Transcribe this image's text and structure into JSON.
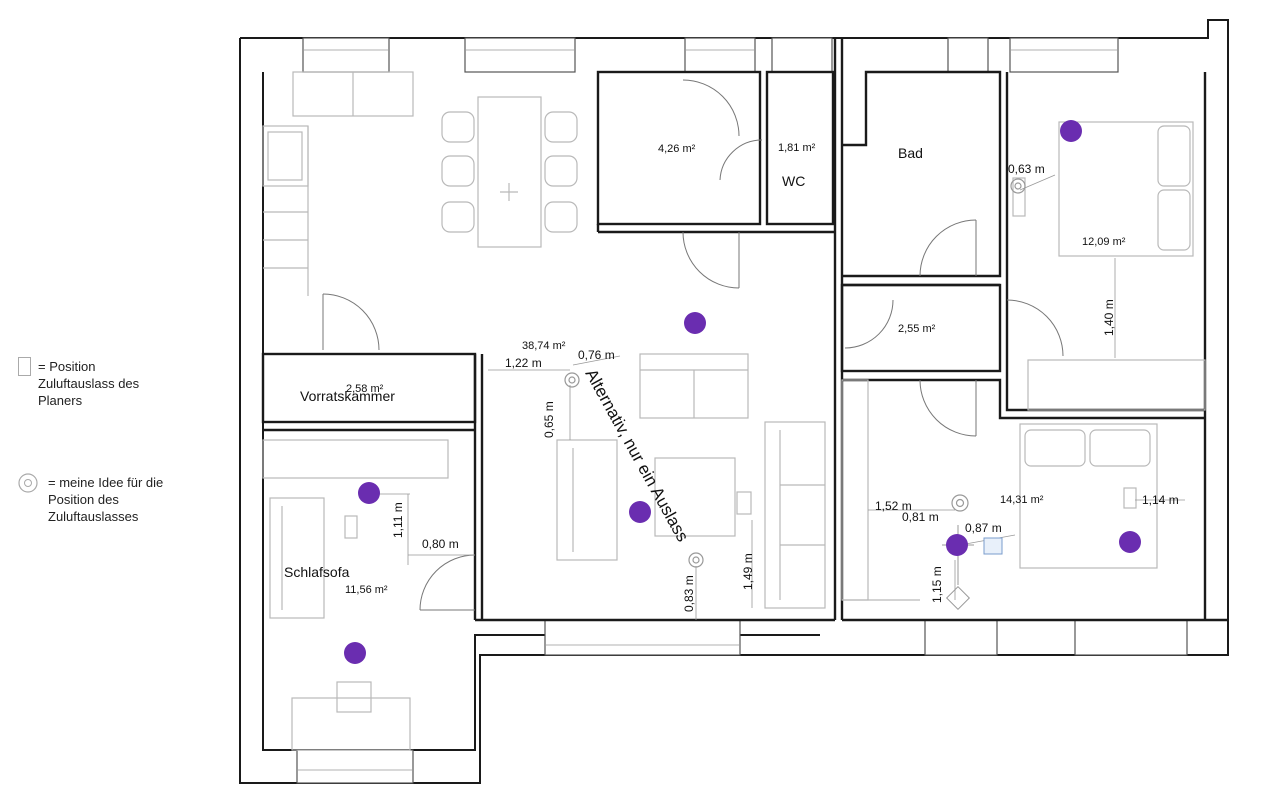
{
  "legend": {
    "planner": "= Position\nZuluftauslass des\nPlaners",
    "mine": "= meine Idee für die\nPosition des\nZuluftauslasses"
  },
  "rooms": {
    "living": "38,74 m²",
    "storage_area": "4,26 m²",
    "wc_area": "1,81 m²",
    "wc": "WC",
    "bad": "Bad",
    "bed1_area": "12,09 m²",
    "hall_area": "2,55 m²",
    "pantry_area": "2,58 m²",
    "pantry": "Vorratskammer",
    "sofa_area": "11,56 m²",
    "sofa": "Schlafsofa",
    "bed2_area": "14,31 m²"
  },
  "dimensions": {
    "d063": "0,63 m",
    "d140": "1,40 m",
    "d122": "1,22 m",
    "d076": "0,76 m",
    "d065": "0,65 m",
    "d111": "1,11 m",
    "d080": "0,80 m",
    "d083": "0,83 m",
    "d149": "1,49 m",
    "d152": "1,52 m",
    "d081": "0,81 m",
    "d087": "0,87 m",
    "d115": "1,15 m",
    "d114": "1,14 m"
  },
  "annotation": "Alternativ, nur ein Auslass",
  "colors": {
    "outlet": "#6a2db0",
    "wall": "#1a1a1a",
    "furniture": "#b9b9b9"
  }
}
